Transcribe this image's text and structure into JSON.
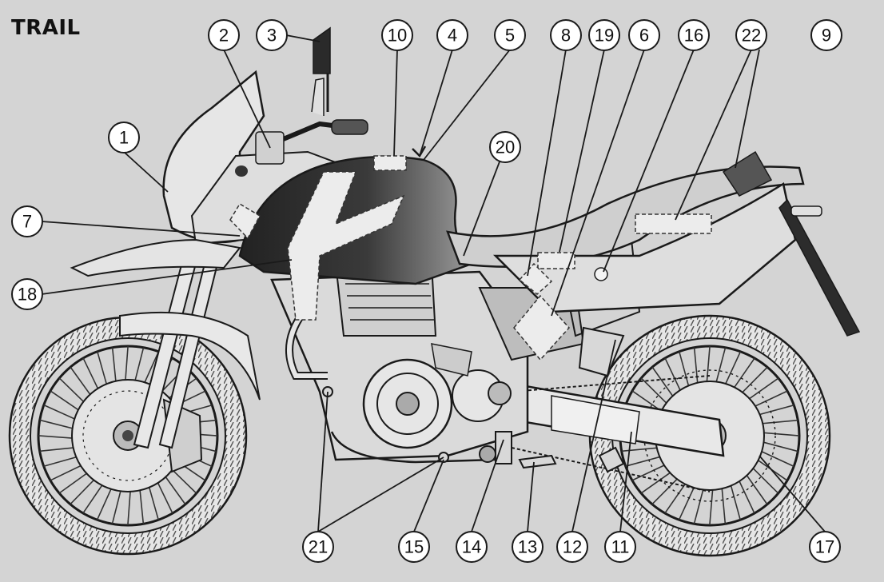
{
  "title": "TRAIL",
  "colors": {
    "background": "#d4d4d4",
    "line": "#1a1a1a",
    "tank_dark": "#2a2a2a",
    "tank_light": "#9a9a9a",
    "part_fill": "#ececec"
  },
  "callouts": {
    "c1": "1",
    "c2": "2",
    "c3": "3",
    "c4": "4",
    "c5": "5",
    "c6": "6",
    "c7": "7",
    "c8": "8",
    "c9": "9",
    "c10": "10",
    "c11": "11",
    "c12": "12",
    "c13": "13",
    "c14": "14",
    "c15": "15",
    "c16": "16",
    "c17": "17",
    "c18": "18",
    "c19": "19",
    "c20": "20",
    "c21": "21",
    "c22": "22"
  }
}
